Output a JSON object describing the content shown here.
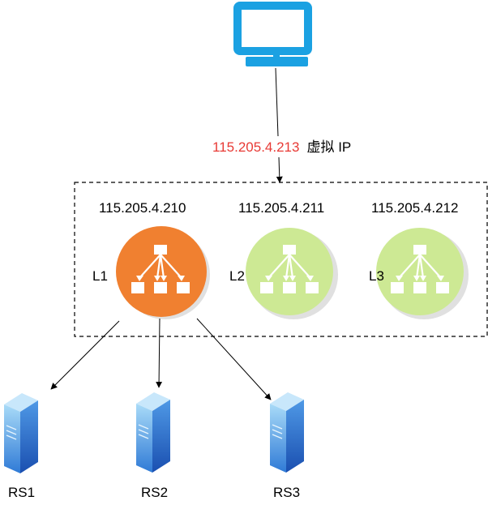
{
  "virtual_ip": {
    "address": "115.205.4.213",
    "label": "虚拟 IP"
  },
  "balancers": [
    {
      "name": "L1",
      "ip": "115.205.4.210",
      "state": "active",
      "color": "#f08030"
    },
    {
      "name": "L2",
      "ip": "115.205.4.211",
      "state": "standby",
      "color": "#cde994"
    },
    {
      "name": "L3",
      "ip": "115.205.4.212",
      "state": "standby",
      "color": "#cde994"
    }
  ],
  "real_servers": [
    {
      "name": "RS1"
    },
    {
      "name": "RS2"
    },
    {
      "name": "RS3"
    }
  ],
  "colors": {
    "monitor": "#1ba1e2",
    "vip_text": "#e83a35",
    "server_light": "#8ecbf2",
    "server_dark": "#1f63c4"
  }
}
